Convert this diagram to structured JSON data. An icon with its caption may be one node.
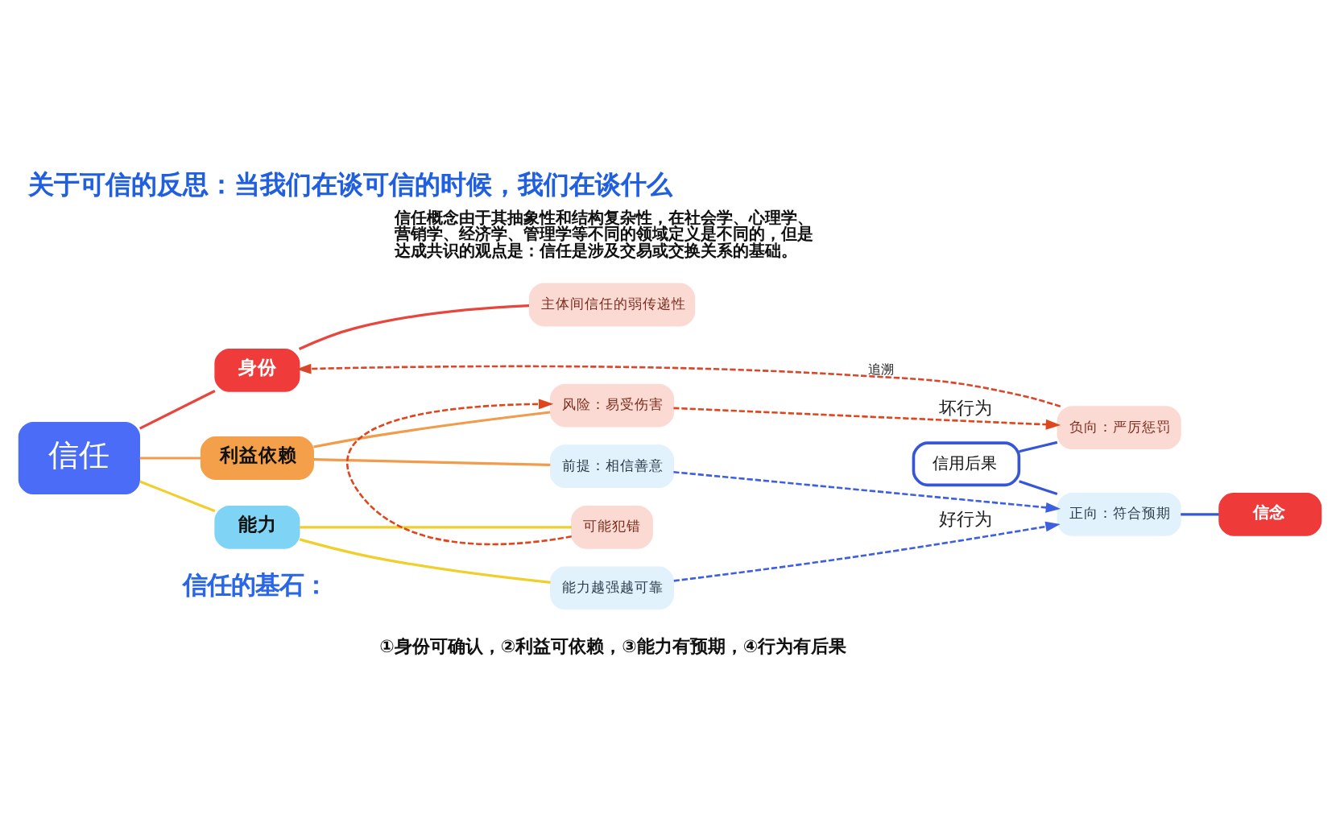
{
  "diagram": {
    "title": "关于可信的反思：当我们在谈可信的时候，我们在谈什么",
    "nodes": [
      {
        "text": [
          "信任"
        ]
      },
      {
        "text": [
          "身份"
        ]
      },
      {
        "text": [
          "利益依赖"
        ]
      },
      {
        "text": [
          "能力"
        ]
      },
      {
        "text": [
          "主体间信任的弱传递性"
        ]
      },
      {
        "text": [
          "风险：易受伤害"
        ]
      },
      {
        "text": [
          "前提：相信善意"
        ]
      },
      {
        "text": [
          "可能犯错"
        ]
      },
      {
        "text": [
          "能力越强越可靠"
        ]
      },
      {
        "text": [
          "信用后果"
        ]
      },
      {
        "text": [
          "负向：严厉惩罚"
        ]
      },
      {
        "text": [
          "正向：符合预期"
        ]
      },
      {
        "text": [
          "信念"
        ]
      }
    ],
    "edges": [
      {
        "from": 0,
        "to": 1,
        "arrow": "none",
        "color": "#e8453c"
      },
      {
        "from": 0,
        "to": 2,
        "arrow": "none",
        "color": "#f29b4a"
      },
      {
        "from": 0,
        "to": 3,
        "arrow": "none",
        "color": "#f0cf2a"
      },
      {
        "from": 1,
        "to": 4,
        "arrow": "none",
        "color": "#e8453c"
      },
      {
        "from": 2,
        "to": 5,
        "arrow": "none",
        "color": "#f29b4a"
      },
      {
        "from": 2,
        "to": 6,
        "arrow": "none",
        "color": "#f29b4a"
      },
      {
        "from": 3,
        "to": 7,
        "arrow": "none",
        "color": "#f0cf2a"
      },
      {
        "from": 3,
        "to": 8,
        "arrow": "none",
        "color": "#f0cf2a"
      },
      {
        "from": 9,
        "to": 10,
        "arrow": "none",
        "color": "#3556d8"
      },
      {
        "from": 9,
        "to": 11,
        "arrow": "none",
        "color": "#3556d8"
      },
      {
        "from": 11,
        "to": 12,
        "arrow": "none",
        "color": "#3556d8"
      },
      {
        "from": 10,
        "to": 1,
        "arrow": "to",
        "label": "追溯",
        "style": "dashed",
        "color": "#d9472b"
      },
      {
        "from": 7,
        "to": 5,
        "arrow": "to",
        "style": "dashed",
        "color": "#e0461c"
      },
      {
        "from": 5,
        "to": 10,
        "arrow": "to",
        "label": "坏行为",
        "style": "dashed",
        "color": "#e0461c"
      },
      {
        "from": 6,
        "to": 11,
        "arrow": "to",
        "style": "dashed",
        "color": "#3d5fe0"
      },
      {
        "from": 8,
        "to": 11,
        "arrow": "to",
        "label": "好行为",
        "style": "dashed",
        "color": "#3d5fe0"
      }
    ],
    "labels": [
      "信任概念由于其抽象性和结构复杂性，在社会学、心理学、营销学、经济学、管理学等不同的领域定义是不同的，但是达成共识的观点是：信任是涉及交易或交换关系的基础。",
      "信任的基石：",
      "①身份可确认，②利益可依赖，③能力有预期，④行为有后果"
    ]
  }
}
